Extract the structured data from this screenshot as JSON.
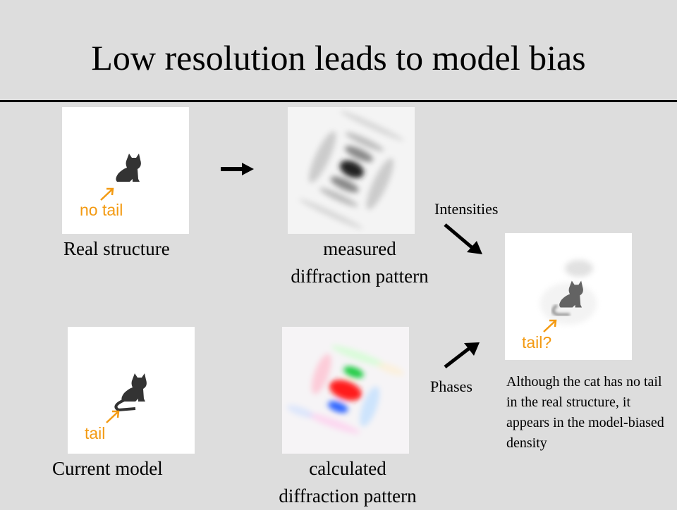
{
  "slide": {
    "title": "Low resolution leads to model bias",
    "real_structure": {
      "caption": "Real structure",
      "annotation": "no tail"
    },
    "measured": {
      "caption_line1": "measured",
      "caption_line2": "diffraction pattern"
    },
    "current_model": {
      "caption": "Current model",
      "annotation": "tail"
    },
    "calculated": {
      "caption_line1": "calculated",
      "caption_line2": "diffraction pattern"
    },
    "result": {
      "annotation": "tail?"
    },
    "intensities_label": "Intensities",
    "phases_label": "Phases",
    "note": "Although the cat has no tail in the real structure, it appears in the model-biased density",
    "colors": {
      "background": "#dddddd",
      "annotation": "#f39a12",
      "cat": "#333333"
    }
  }
}
